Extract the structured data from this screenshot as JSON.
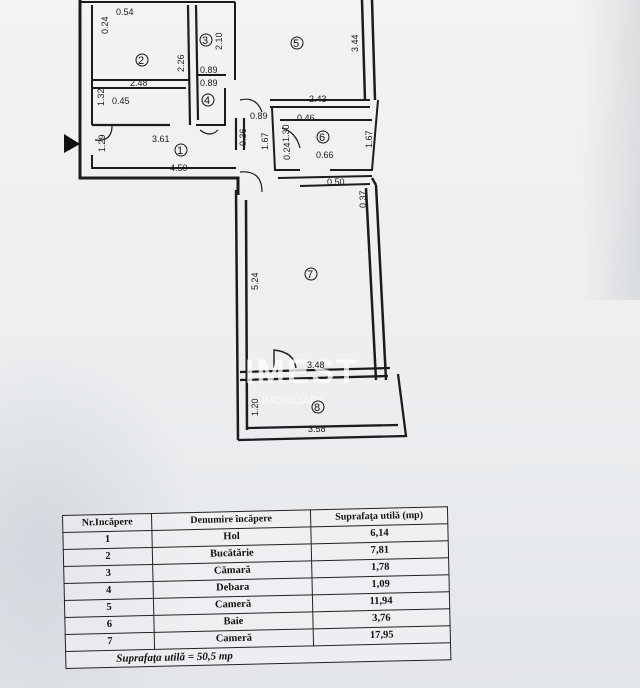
{
  "plan": {
    "watermark_logo": "IMEST",
    "watermark_sub": "IMOBILIARE",
    "rooms": [
      "1",
      "2",
      "3",
      "4",
      "5",
      "6",
      "7",
      "8"
    ],
    "dims": {
      "d054": "0.54",
      "d024": "0.24",
      "d248": "2.48",
      "d226": "2.26",
      "d089a": "0.89",
      "d089b": "0.89",
      "d210": "2.10",
      "d344": "3.44",
      "d132": "1.32",
      "d045": "0.45",
      "d243": "2.43",
      "d046": "0.46",
      "d361": "3.61",
      "d036": "0.36",
      "d089c": "0.89",
      "d167a": "1.67",
      "d130": "1.30",
      "d024b": "0.24",
      "d066": "0.66",
      "d167b": "1.67",
      "d129": "1.29",
      "d450": "4.50",
      "d050": "0.50",
      "d037": "0.37",
      "d524": "5.24",
      "d348": "3.48",
      "d120": "1.20",
      "d358": "3.58"
    }
  },
  "table": {
    "headers": [
      "Nr.Incăpere",
      "Denumire încăpere",
      "Suprafaţa utilă (mp)"
    ],
    "rows": [
      [
        "1",
        "Hol",
        "6,14"
      ],
      [
        "2",
        "Bucătărie",
        "7,81"
      ],
      [
        "3",
        "Cămară",
        "1,78"
      ],
      [
        "4",
        "Debara",
        "1,09"
      ],
      [
        "5",
        "Cameră",
        "11,94"
      ],
      [
        "6",
        "Baie",
        "3,76"
      ],
      [
        "7",
        "Cameră",
        "17,95"
      ]
    ],
    "total": "Suprafaţa utilă = 50,5 mp"
  }
}
